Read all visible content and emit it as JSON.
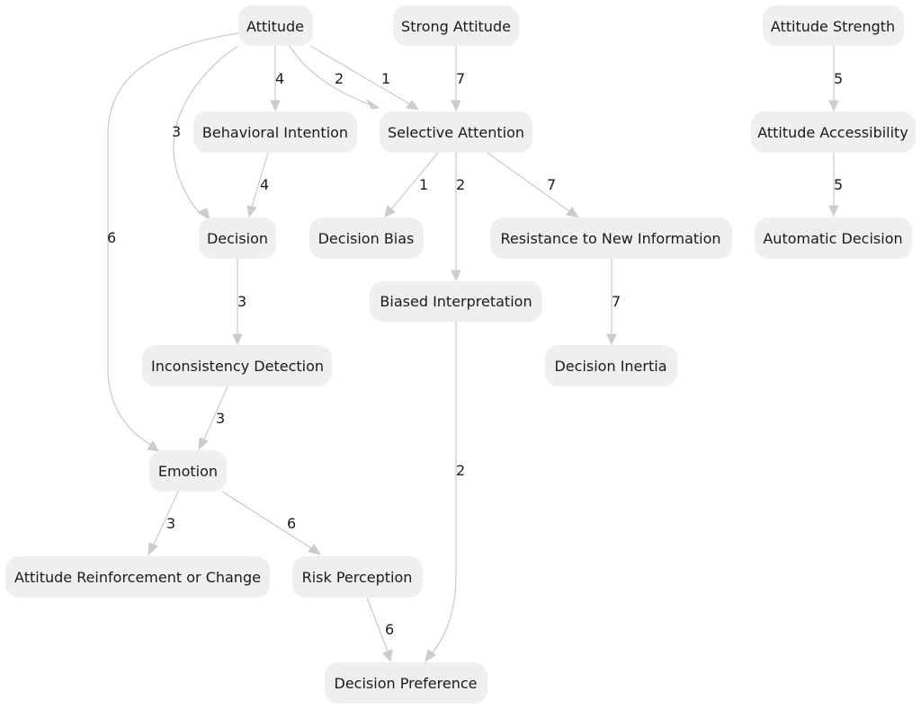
{
  "nodes": {
    "attitude": "Attitude",
    "strong_attitude": "Strong Attitude",
    "attitude_strength": "Attitude Strength",
    "behavioral_intention": "Behavioral Intention",
    "selective_attention": "Selective Attention",
    "attitude_accessibility": "Attitude Accessibility",
    "decision": "Decision",
    "decision_bias": "Decision Bias",
    "resistance": "Resistance to New Information",
    "automatic_decision": "Automatic Decision",
    "biased_interpretation": "Biased Interpretation",
    "inconsistency_detection": "Inconsistency Detection",
    "decision_inertia": "Decision Inertia",
    "emotion": "Emotion",
    "reinforcement_change": "Attitude Reinforcement or Change",
    "risk_perception": "Risk Perception",
    "decision_preference": "Decision Preference"
  },
  "edges": [
    {
      "from": "attitude",
      "to": "behavioral_intention",
      "label": "4"
    },
    {
      "from": "attitude",
      "to": "selective_attention",
      "label": "2"
    },
    {
      "from": "attitude",
      "to": "selective_attention",
      "label": "1"
    },
    {
      "from": "attitude",
      "to": "decision",
      "label": "3"
    },
    {
      "from": "attitude",
      "to": "emotion",
      "label": "6"
    },
    {
      "from": "strong_attitude",
      "to": "selective_attention",
      "label": "7"
    },
    {
      "from": "attitude_strength",
      "to": "attitude_accessibility",
      "label": "5"
    },
    {
      "from": "attitude_accessibility",
      "to": "automatic_decision",
      "label": "5"
    },
    {
      "from": "behavioral_intention",
      "to": "decision",
      "label": "4"
    },
    {
      "from": "selective_attention",
      "to": "decision_bias",
      "label": "1"
    },
    {
      "from": "selective_attention",
      "to": "biased_interpretation",
      "label": "2"
    },
    {
      "from": "selective_attention",
      "to": "resistance",
      "label": "7"
    },
    {
      "from": "decision",
      "to": "inconsistency_detection",
      "label": "3"
    },
    {
      "from": "resistance",
      "to": "decision_inertia",
      "label": "7"
    },
    {
      "from": "biased_interpretation",
      "to": "decision_preference",
      "label": "2"
    },
    {
      "from": "inconsistency_detection",
      "to": "emotion",
      "label": "3"
    },
    {
      "from": "emotion",
      "to": "reinforcement_change",
      "label": "3"
    },
    {
      "from": "emotion",
      "to": "risk_perception",
      "label": "6"
    },
    {
      "from": "risk_perception",
      "to": "decision_preference",
      "label": "6"
    }
  ]
}
